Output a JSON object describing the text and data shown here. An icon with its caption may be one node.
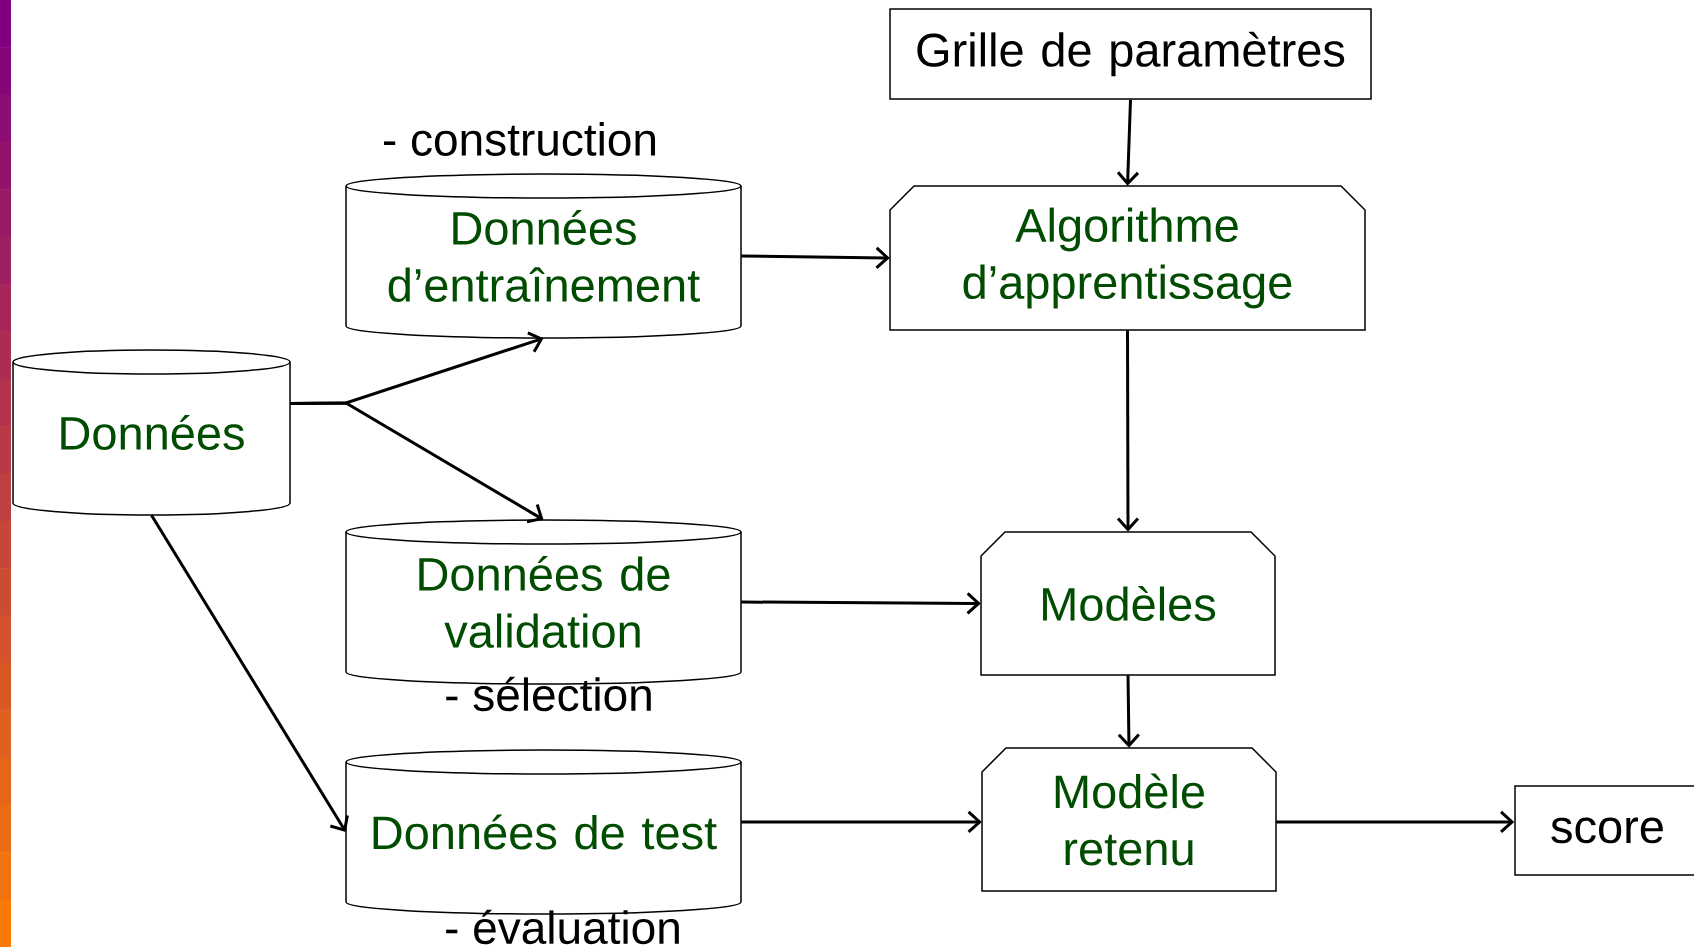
{
  "diagram": {
    "nodes": [
      {
        "text": [
          "Données"
        ]
      },
      {
        "text": [
          "Données d’entraînement"
        ],
        "beside": [
          "- construction"
        ]
      },
      {
        "text": [
          "Données de validation"
        ],
        "beside": [
          "- sélection"
        ]
      },
      {
        "text": [
          "Données de test"
        ],
        "beside": [
          "- évaluation"
        ]
      },
      {
        "text": [
          "Grille de paramètres"
        ]
      },
      {
        "text": [
          "Algorithme d’apprentissage"
        ]
      },
      {
        "text": [
          "Modèles"
        ]
      },
      {
        "text": [
          "Modèle retenu"
        ]
      },
      {
        "text": [
          "score"
        ]
      }
    ],
    "edges": [
      {
        "from": 0,
        "to": 1,
        "arrow": "to"
      },
      {
        "from": 0,
        "to": 2,
        "arrow": "to"
      },
      {
        "from": 0,
        "to": 3,
        "arrow": "to"
      },
      {
        "from": 1,
        "to": 5,
        "arrow": "to"
      },
      {
        "from": 2,
        "to": 6,
        "arrow": "to"
      },
      {
        "from": 3,
        "to": 7,
        "arrow": "to"
      },
      {
        "from": 4,
        "to": 5,
        "arrow": "to"
      },
      {
        "from": 5,
        "to": 6,
        "arrow": "to"
      },
      {
        "from": 6,
        "to": 7,
        "arrow": "to"
      },
      {
        "from": 7,
        "to": 8,
        "arrow": "to"
      }
    ]
  }
}
